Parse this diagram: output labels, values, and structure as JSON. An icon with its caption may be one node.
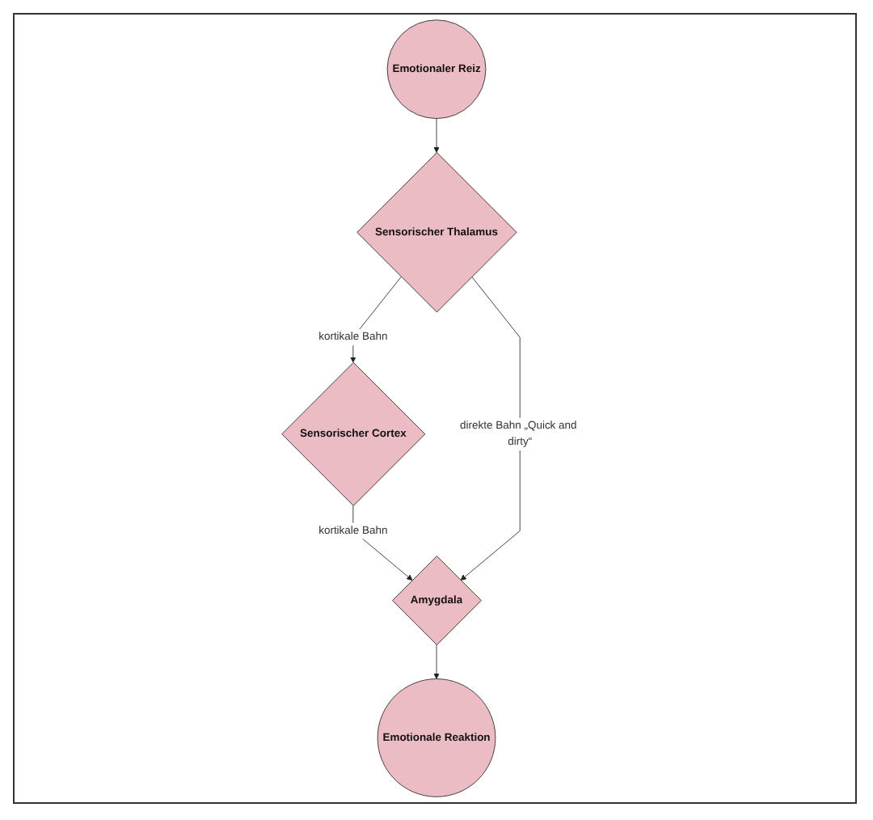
{
  "diagram": {
    "nodes": [
      {
        "text": [
          "Sensorischer Cortex"
        ]
      },
      {
        "text": [
          "Sensorischer Thalamus"
        ]
      },
      {
        "text": [
          "Amygdala"
        ]
      },
      {
        "text": [
          "Emotionaler Reiz"
        ]
      },
      {
        "text": [
          "Emotionale Reaktion"
        ]
      }
    ],
    "edges": [
      {
        "from": 3,
        "to": 1,
        "arrow": "to"
      },
      {
        "from": 1,
        "to": 0,
        "arrow": "to",
        "label": "kortikale Bahn"
      },
      {
        "from": 0,
        "to": 2,
        "arrow": "to",
        "label": "kortikale Bahn"
      },
      {
        "from": 1,
        "to": 2,
        "arrow": "to",
        "label": "direkte Bahn „Quick and dirty“"
      },
      {
        "from": 2,
        "to": 4,
        "arrow": "to"
      }
    ]
  }
}
